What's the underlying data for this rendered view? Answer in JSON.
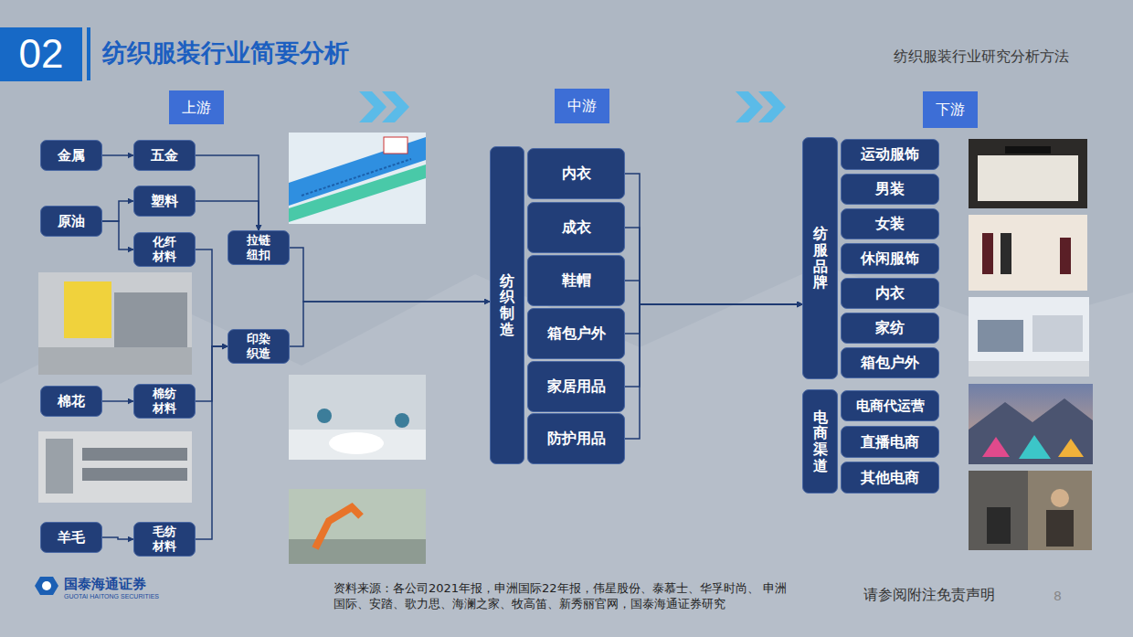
{
  "diagram": {
    "title": "纺织服装行业简要分析",
    "caption": "资料来源：各公司2021年报，申洲国际22年报，伟星股份、泰慕士、华孚时尚、 申洲国际、安踏、歌力思、海澜之家、牧高笛、新秀丽官网，国泰海通证券研究",
    "nodes": [
      {
        "text": [
          "02"
        ]
      },
      {
        "text": [
          "上游"
        ]
      },
      {
        "text": [
          "中游"
        ]
      },
      {
        "text": [
          "下游"
        ]
      },
      {
        "text": [
          "金属"
        ]
      },
      {
        "text": [
          "五金"
        ]
      },
      {
        "text": [
          "原油"
        ]
      },
      {
        "text": [
          "塑料"
        ]
      },
      {
        "text": [
          "化纤 材料"
        ]
      },
      {
        "text": [
          "拉链 纽扣"
        ]
      },
      {
        "text": [
          "印染 织造"
        ]
      },
      {
        "text": [
          "棉花"
        ]
      },
      {
        "text": [
          "棉纺 材料"
        ]
      },
      {
        "text": [
          "羊毛"
        ]
      },
      {
        "text": [
          "毛纺 材料"
        ]
      },
      {
        "text": [
          "纺织制造"
        ]
      },
      {
        "text": [
          "内衣"
        ]
      },
      {
        "text": [
          "成衣"
        ]
      },
      {
        "text": [
          "鞋帽"
        ]
      },
      {
        "text": [
          "箱包户外"
        ]
      },
      {
        "text": [
          "家居用品"
        ]
      },
      {
        "text": [
          "防护用品"
        ]
      },
      {
        "text": [
          "纺服品牌"
        ]
      },
      {
        "text": [
          "运动服饰"
        ]
      },
      {
        "text": [
          "男装"
        ]
      },
      {
        "text": [
          "女装"
        ]
      },
      {
        "text": [
          "休闲服饰"
        ]
      },
      {
        "text": [
          "内衣"
        ]
      },
      {
        "text": [
          "家纺"
        ]
      },
      {
        "text": [
          "箱包户外"
        ]
      },
      {
        "text": [
          "电商渠道"
        ]
      },
      {
        "text": [
          "电商代运营"
        ]
      },
      {
        "text": [
          "直播电商"
        ]
      },
      {
        "text": [
          "其他电商"
        ]
      }
    ],
    "edges": [
      {
        "from": 4,
        "to": 5,
        "arrow": "to"
      },
      {
        "from": 5,
        "to": 9,
        "arrow": "to"
      },
      {
        "from": 6,
        "to": 7,
        "arrow": "to"
      },
      {
        "from": 6,
        "to": 8,
        "arrow": "to"
      },
      {
        "from": 7,
        "to": 9,
        "arrow": "to"
      },
      {
        "from": 8,
        "to": 10,
        "arrow": "to"
      },
      {
        "from": 11,
        "to": 12,
        "arrow": "to"
      },
      {
        "from": 12,
        "to": 10,
        "arrow": "to"
      },
      {
        "from": 13,
        "to": 14,
        "arrow": "to"
      },
      {
        "from": 14,
        "to": 10,
        "arrow": "to"
      },
      {
        "from": 9,
        "to": 15,
        "arrow": "to"
      },
      {
        "from": 10,
        "to": 15,
        "arrow": "to"
      },
      {
        "from": 16,
        "to": 22,
        "arrow": "to"
      },
      {
        "from": 17,
        "to": 22,
        "arrow": "to"
      },
      {
        "from": 18,
        "to": 22,
        "arrow": "to"
      },
      {
        "from": 19,
        "to": 22,
        "arrow": "to"
      },
      {
        "from": 20,
        "to": 22,
        "arrow": "to"
      },
      {
        "from": 21,
        "to": 22,
        "arrow": "to"
      }
    ],
    "labels": [
      "纺织服装行业研究分析方法",
      "国泰海通证券",
      "GUOTAI HAITONG SECURITIES",
      "请参阅附注免责声明",
      "8"
    ]
  }
}
